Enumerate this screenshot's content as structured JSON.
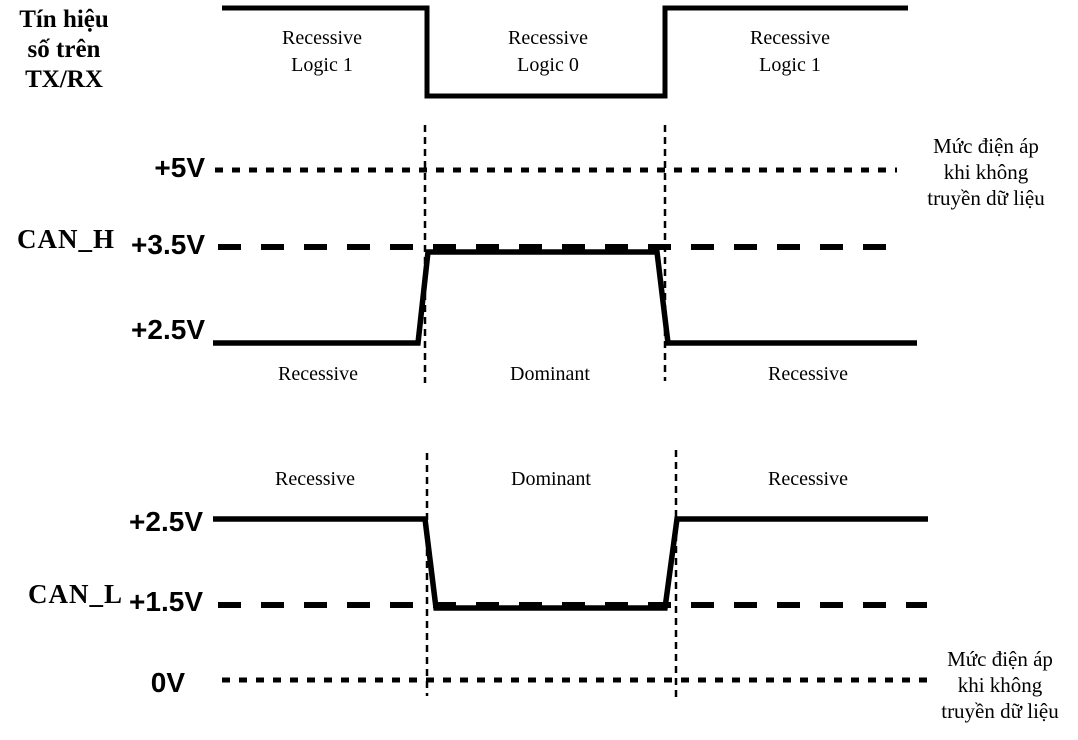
{
  "colors": {
    "ink": "#000000",
    "background": "#ffffff"
  },
  "tx_axis": {
    "line1": "Tín hiệu",
    "line2": "số trên",
    "line3": "TX/RX"
  },
  "tx_segments": {
    "seg1_line1": "Recessive",
    "seg1_line2": "Logic 1",
    "seg2_line1": "Recessive",
    "seg2_line2": "Logic 0",
    "seg3_line1": "Recessive",
    "seg3_line2": "Logic 1"
  },
  "can_h": {
    "name": "CAN_H",
    "level_5v": "+5V",
    "level_3_5v": "+3.5V",
    "level_2_5v": "+2.5V",
    "seg1": "Recessive",
    "seg2": "Dominant",
    "seg3": "Recessive",
    "idle_note_line1": "Mức điện áp",
    "idle_note_line2": "khi không",
    "idle_note_line3": "truyền dữ liệu"
  },
  "can_l": {
    "name": "CAN_L",
    "level_2_5v": "+2.5V",
    "level_1_5v": "+1.5V",
    "level_0v": "0V",
    "seg1": "Recessive",
    "seg2": "Dominant",
    "seg3": "Recessive",
    "idle_note_line1": "Mức điện áp",
    "idle_note_line2": "khi không",
    "idle_note_line3": "truyền dữ liệu"
  }
}
